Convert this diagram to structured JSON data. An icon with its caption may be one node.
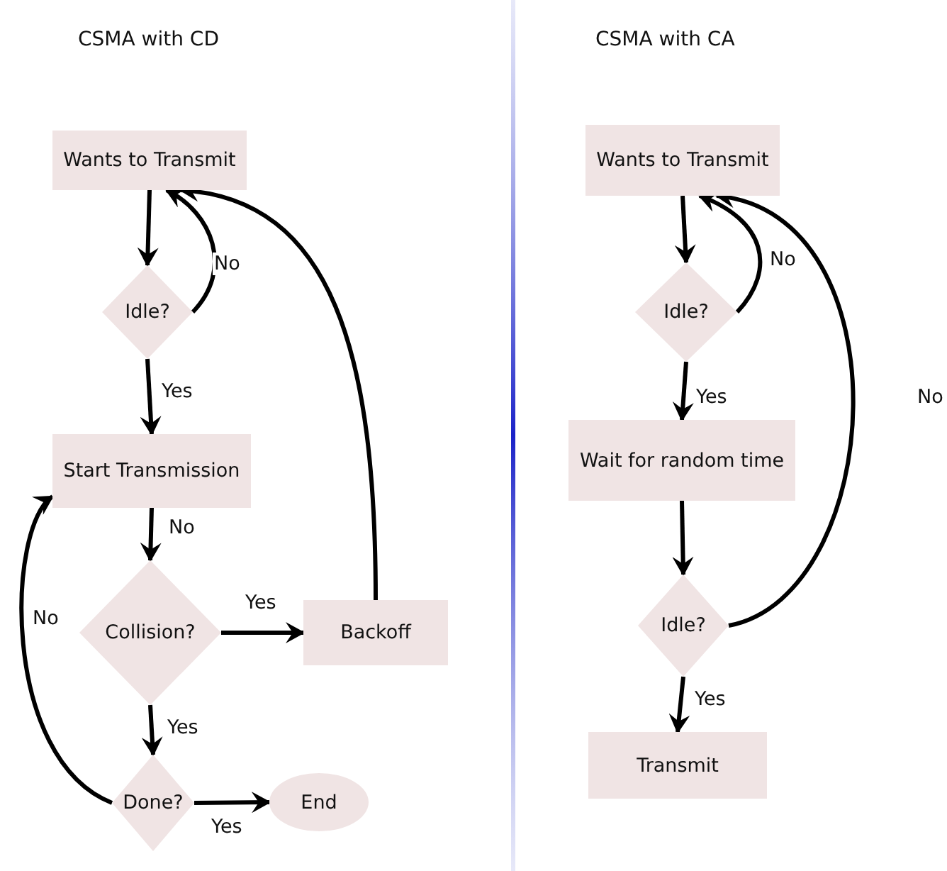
{
  "diagram": {
    "nodes": [
      {
        "text": [
          "Wants to Transmit"
        ]
      },
      {
        "text": [
          "Idle?"
        ]
      },
      {
        "text": [
          "Start Transmission"
        ]
      },
      {
        "text": [
          "Collision?"
        ]
      },
      {
        "text": [
          "Backoff"
        ]
      },
      {
        "text": [
          "Done?"
        ]
      },
      {
        "text": [
          "End"
        ]
      },
      {
        "text": [
          "Wants to Transmit"
        ]
      },
      {
        "text": [
          "Idle?"
        ]
      },
      {
        "text": [
          "Wait for random time"
        ]
      },
      {
        "text": [
          "Idle?"
        ]
      },
      {
        "text": [
          "Transmit"
        ]
      }
    ],
    "edges": [
      {
        "from": 0,
        "to": 1,
        "arrow": "to"
      },
      {
        "from": 1,
        "to": 0,
        "arrow": "to",
        "label": "No"
      },
      {
        "from": 1,
        "to": 2,
        "arrow": "to",
        "label": "Yes"
      },
      {
        "from": 2,
        "to": 3,
        "arrow": "to",
        "label": "No"
      },
      {
        "from": 3,
        "to": 4,
        "arrow": "to",
        "label": "Yes"
      },
      {
        "from": 4,
        "to": 0,
        "arrow": "to"
      },
      {
        "from": 3,
        "to": 5,
        "arrow": "to",
        "label": "Yes"
      },
      {
        "from": 5,
        "to": 6,
        "arrow": "to",
        "label": "Yes"
      },
      {
        "from": 5,
        "to": 2,
        "arrow": "to",
        "label": "No"
      },
      {
        "from": 7,
        "to": 8,
        "arrow": "to"
      },
      {
        "from": 8,
        "to": 7,
        "arrow": "to",
        "label": "No"
      },
      {
        "from": 8,
        "to": 9,
        "arrow": "to",
        "label": "Yes"
      },
      {
        "from": 9,
        "to": 10,
        "arrow": "to"
      },
      {
        "from": 10,
        "to": 7,
        "arrow": "to",
        "label": "No"
      },
      {
        "from": 10,
        "to": 11,
        "arrow": "to",
        "label": "Yes"
      }
    ],
    "labels": [
      "CSMA with CD",
      "CSMA with CA"
    ]
  }
}
